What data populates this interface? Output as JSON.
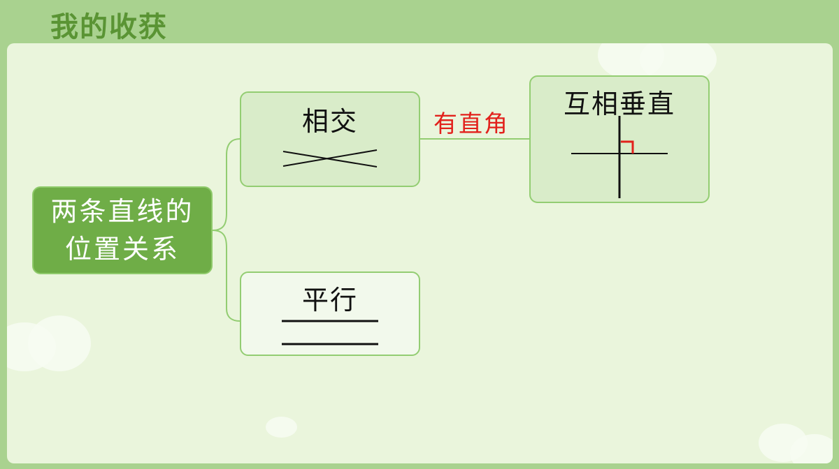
{
  "title": "我的收获",
  "root": {
    "line1": "两条直线的",
    "line2": "位置关系"
  },
  "branches": {
    "intersect": {
      "label": "相交"
    },
    "parallel": {
      "label": "平行"
    }
  },
  "relation_label": "有直角",
  "perpendicular": {
    "label": "互相垂直"
  },
  "colors": {
    "background": "#a9d28f",
    "panel": "#eaf5dc",
    "root_fill": "#6fad47",
    "node_border": "#93cd72",
    "relation_text": "#e2211c",
    "right_angle_mark": "#e2211c"
  }
}
